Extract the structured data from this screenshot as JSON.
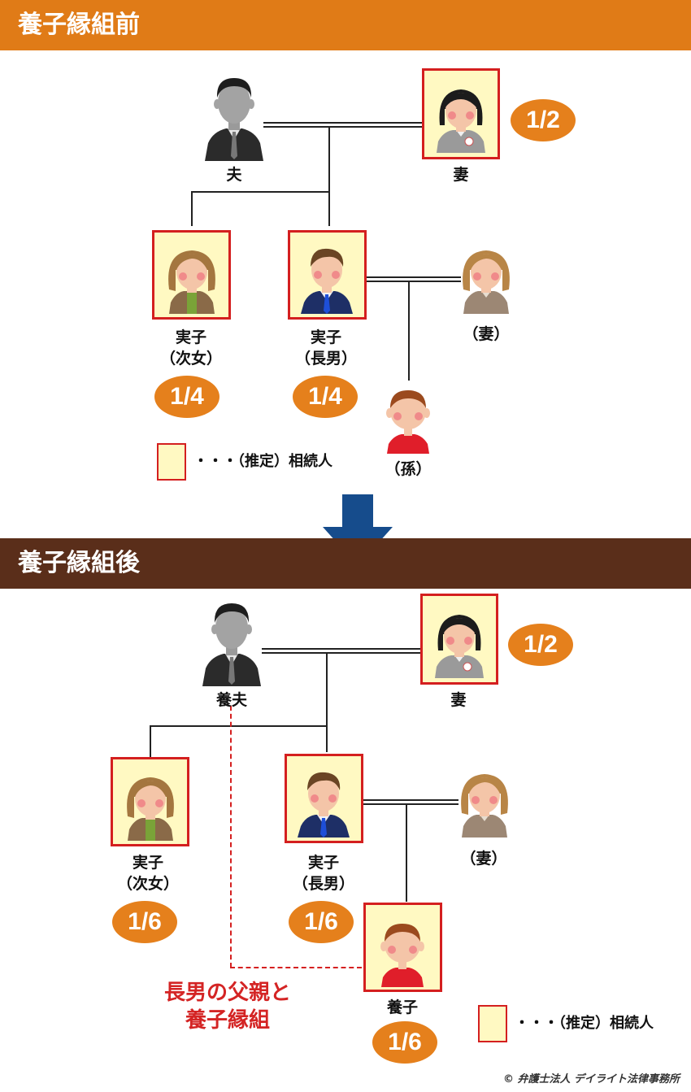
{
  "before": {
    "title": "養子縁組前",
    "husband_label": "夫",
    "wife_label": "妻",
    "wife_share": "1/2",
    "daughter_label_1": "実子",
    "daughter_label_2": "（次女）",
    "daughter_share": "1/4",
    "son_label_1": "実子",
    "son_label_2": "（長男）",
    "son_share": "1/4",
    "son_wife_label": "（妻）",
    "grandson_label": "（孫）",
    "legend": "・・・（推定）相続人"
  },
  "after": {
    "title": "養子縁組後",
    "husband_label": "養夫",
    "wife_label": "妻",
    "wife_share": "1/2",
    "daughter_label_1": "実子",
    "daughter_label_2": "（次女）",
    "daughter_share": "1/6",
    "son_label_1": "実子",
    "son_label_2": "（長男）",
    "son_share": "1/6",
    "son_wife_label": "（妻）",
    "adopted_label": "養子",
    "adopted_share": "1/6",
    "note_line1": "長男の父親と",
    "note_line2": "養子縁組",
    "legend": "・・・（推定）相続人"
  },
  "copyright": "© 弁護士法人 デイライト法律事務所",
  "colors": {
    "banner_before": "#e07b17",
    "banner_after": "#5a2e1a",
    "share_badge": "#e5801c",
    "heir_frame": "#d41f1f",
    "heir_fill": "#fff9c2",
    "arrow": "#164c8c",
    "note": "#d42424"
  }
}
